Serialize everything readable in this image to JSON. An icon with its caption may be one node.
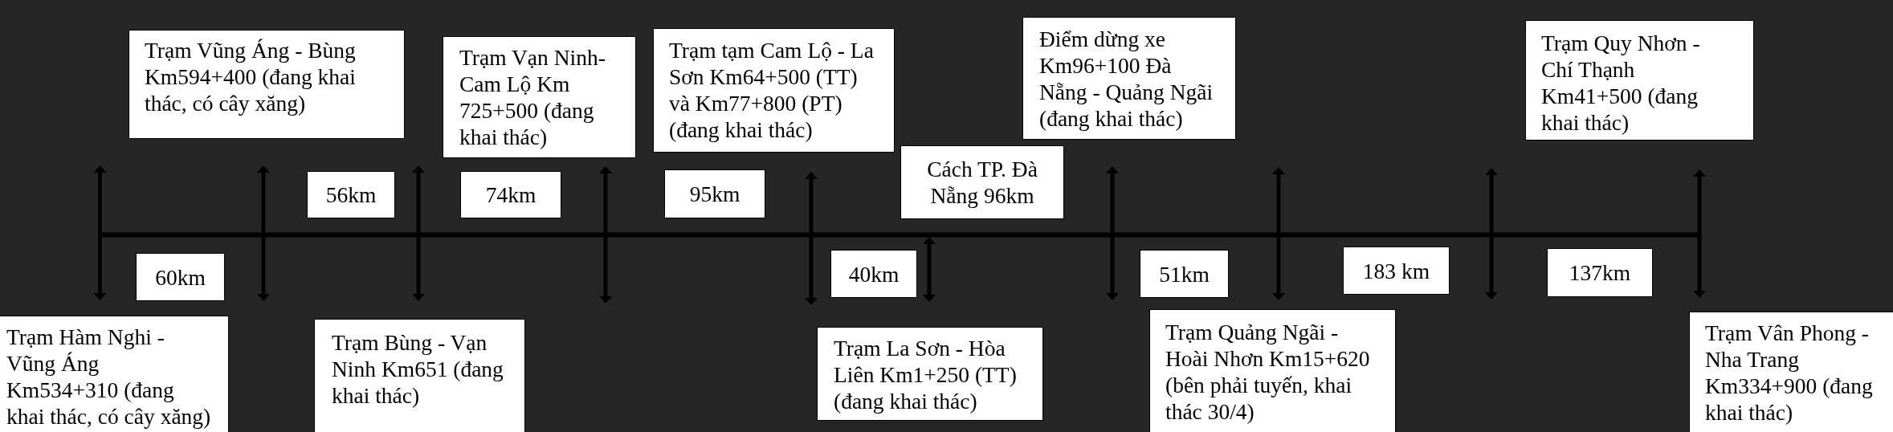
{
  "diagram": {
    "nodes": [
      {
        "text": [
          "Trạm Vũng Áng - Bùng Km594+400 (đang khai thác, có cây xăng)"
        ]
      },
      {
        "text": [
          "Trạm Vạn Ninh-Cam Lộ Km 725+500 (đang khai thác)"
        ]
      },
      {
        "text": [
          "Trạm tạm Cam Lộ - La Sơn Km64+500 (TT) và Km77+800 (PT) (đang khai thác)"
        ]
      },
      {
        "text": [
          "Điểm dừng xe Km96+100 Đà Nẵng - Quảng Ngãi (đang khai thác)"
        ]
      },
      {
        "text": [
          "Trạm Quy Nhơn - Chí Thạnh Km41+500 (đang khai thác)"
        ]
      },
      {
        "text": [
          "56km"
        ]
      },
      {
        "text": [
          "74km"
        ]
      },
      {
        "text": [
          "95km"
        ]
      },
      {
        "text": [
          "Cách TP. Đà Nẵng 96km"
        ]
      },
      {
        "text": [
          "60km"
        ]
      },
      {
        "text": [
          "40km"
        ]
      },
      {
        "text": [
          "51km"
        ]
      },
      {
        "text": [
          "183 km"
        ]
      },
      {
        "text": [
          "137km"
        ]
      },
      {
        "text": [
          "Trạm Hàm Nghi - Vũng Áng Km534+310 (đang khai thác, có cây xăng)"
        ]
      },
      {
        "text": [
          "Trạm Bùng - Vạn Ninh Km651 (đang khai thác)"
        ]
      },
      {
        "text": [
          "Trạm La Sơn - Hòa Liên Km1+250 (TT) (đang khai thác)"
        ]
      },
      {
        "text": [
          "Trạm Quảng Ngãi - Hoài Nhơn Km15+620 (bên phải tuyến, khai thác 30/4)"
        ]
      },
      {
        "text": [
          "Trạm Vân Phong - Nha Trang Km334+900 (đang khai thác)"
        ]
      }
    ]
  }
}
